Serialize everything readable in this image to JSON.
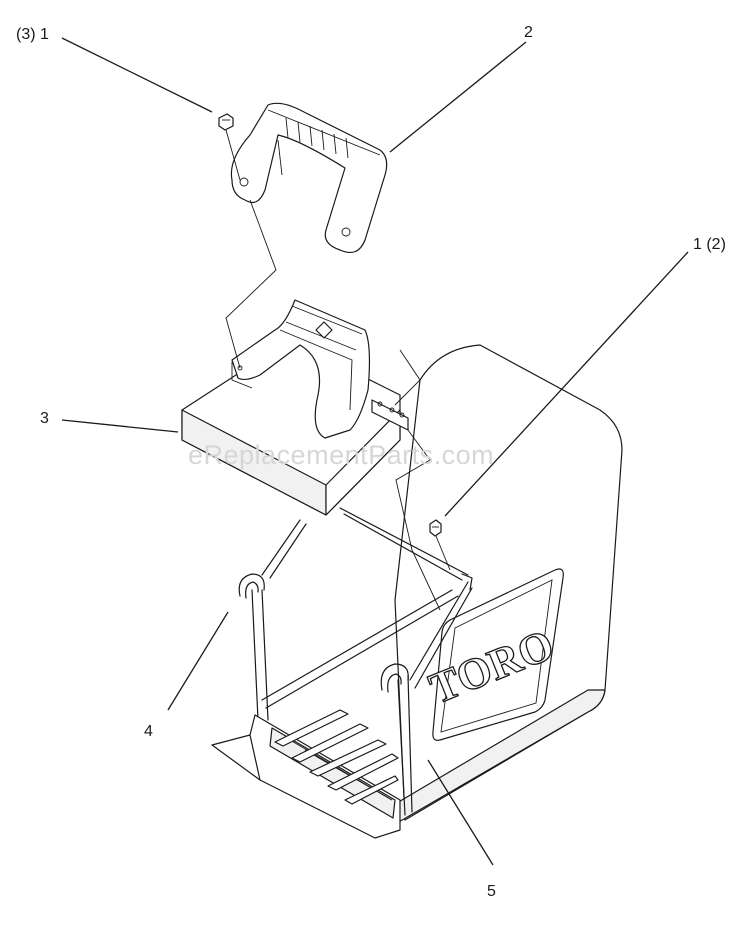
{
  "watermark": "eReplacementParts.com",
  "callouts": {
    "c1": "(3) 1",
    "c2": "2",
    "c3": "1  (2)",
    "c4": "3",
    "c5": "4",
    "c6": "5"
  },
  "logo_text": "TORO"
}
